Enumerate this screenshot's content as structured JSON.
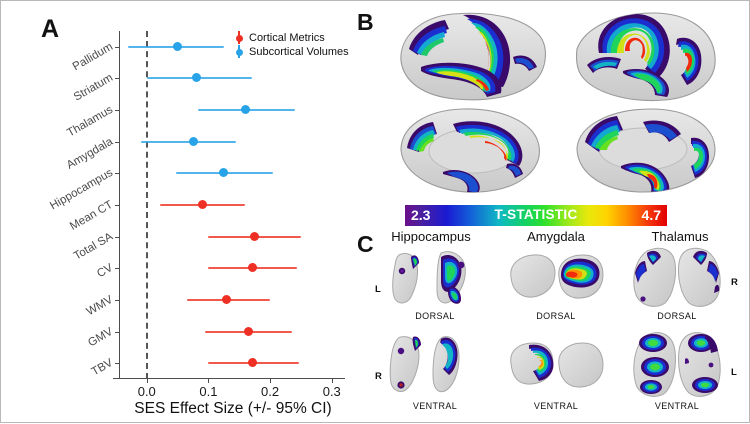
{
  "panels": {
    "a_letter": "A",
    "b_letter": "B",
    "c_letter": "C"
  },
  "chart_data": {
    "type": "scatter",
    "title": "",
    "xlabel": "SES Effect Size (+/- 95% CI)",
    "ylabel": "",
    "xlim": [
      -0.045,
      0.315
    ],
    "xticks": [
      0.0,
      0.1,
      0.2,
      0.3
    ],
    "xticklabels": [
      "0.0",
      "0.1",
      "0.2",
      "0.3"
    ],
    "reference_line": 0.0,
    "grid": false,
    "legend_position": "top-right",
    "legend": [
      {
        "name": "Cortical Metrics",
        "color": "#ee2f23"
      },
      {
        "name": "Subcortical Volumes",
        "color": "#29a3e8"
      }
    ],
    "categories": [
      "Pallidum",
      "Striatum",
      "Thalamus",
      "Amygdala",
      "Hippocampus",
      "Mean CT",
      "Total SA",
      "CV",
      "WMV",
      "GMV",
      "TBV"
    ],
    "points": [
      {
        "label": "Pallidum",
        "group": "Subcortical Volumes",
        "value": 0.05,
        "ci_low": -0.03,
        "ci_high": 0.125,
        "color": "#29a3e8"
      },
      {
        "label": "Striatum",
        "group": "Subcortical Volumes",
        "value": 0.08,
        "ci_low": 0.0,
        "ci_high": 0.17,
        "color": "#29a3e8"
      },
      {
        "label": "Thalamus",
        "group": "Subcortical Volumes",
        "value": 0.16,
        "ci_low": 0.083,
        "ci_high": 0.24,
        "color": "#29a3e8"
      },
      {
        "label": "Amygdala",
        "group": "Subcortical Volumes",
        "value": 0.075,
        "ci_low": -0.01,
        "ci_high": 0.145,
        "color": "#29a3e8"
      },
      {
        "label": "Hippocampus",
        "group": "Subcortical Volumes",
        "value": 0.125,
        "ci_low": 0.048,
        "ci_high": 0.205,
        "color": "#29a3e8"
      },
      {
        "label": "Mean CT",
        "group": "Cortical Metrics",
        "value": 0.09,
        "ci_low": 0.022,
        "ci_high": 0.16,
        "color": "#ee2f23"
      },
      {
        "label": "Total SA",
        "group": "Cortical Metrics",
        "value": 0.175,
        "ci_low": 0.1,
        "ci_high": 0.25,
        "color": "#ee2f23"
      },
      {
        "label": "CV",
        "group": "Cortical Metrics",
        "value": 0.172,
        "ci_low": 0.1,
        "ci_high": 0.243,
        "color": "#ee2f23"
      },
      {
        "label": "WMV",
        "group": "Cortical Metrics",
        "value": 0.13,
        "ci_low": 0.065,
        "ci_high": 0.2,
        "color": "#ee2f23"
      },
      {
        "label": "GMV",
        "group": "Cortical Metrics",
        "value": 0.165,
        "ci_low": 0.095,
        "ci_high": 0.235,
        "color": "#ee2f23"
      },
      {
        "label": "TBV",
        "group": "Cortical Metrics",
        "value": 0.172,
        "ci_low": 0.1,
        "ci_high": 0.247,
        "color": "#ee2f23"
      }
    ]
  },
  "colorbar": {
    "min": "2.3",
    "max": "4.7",
    "title": "T-STATISTIC"
  },
  "panel_c": {
    "structures": [
      {
        "name": "Hippocampus",
        "dorsal": "DORSAL",
        "ventral": "VENTRAL",
        "side_top": "L",
        "side_bottom": "R"
      },
      {
        "name": "Amygdala",
        "dorsal": "DORSAL",
        "ventral": "VENTRAL",
        "side_top": "",
        "side_bottom": ""
      },
      {
        "name": "Thalamus",
        "dorsal": "DORSAL",
        "ventral": "VENTRAL",
        "side_top": "R",
        "side_bottom": "L"
      }
    ]
  }
}
